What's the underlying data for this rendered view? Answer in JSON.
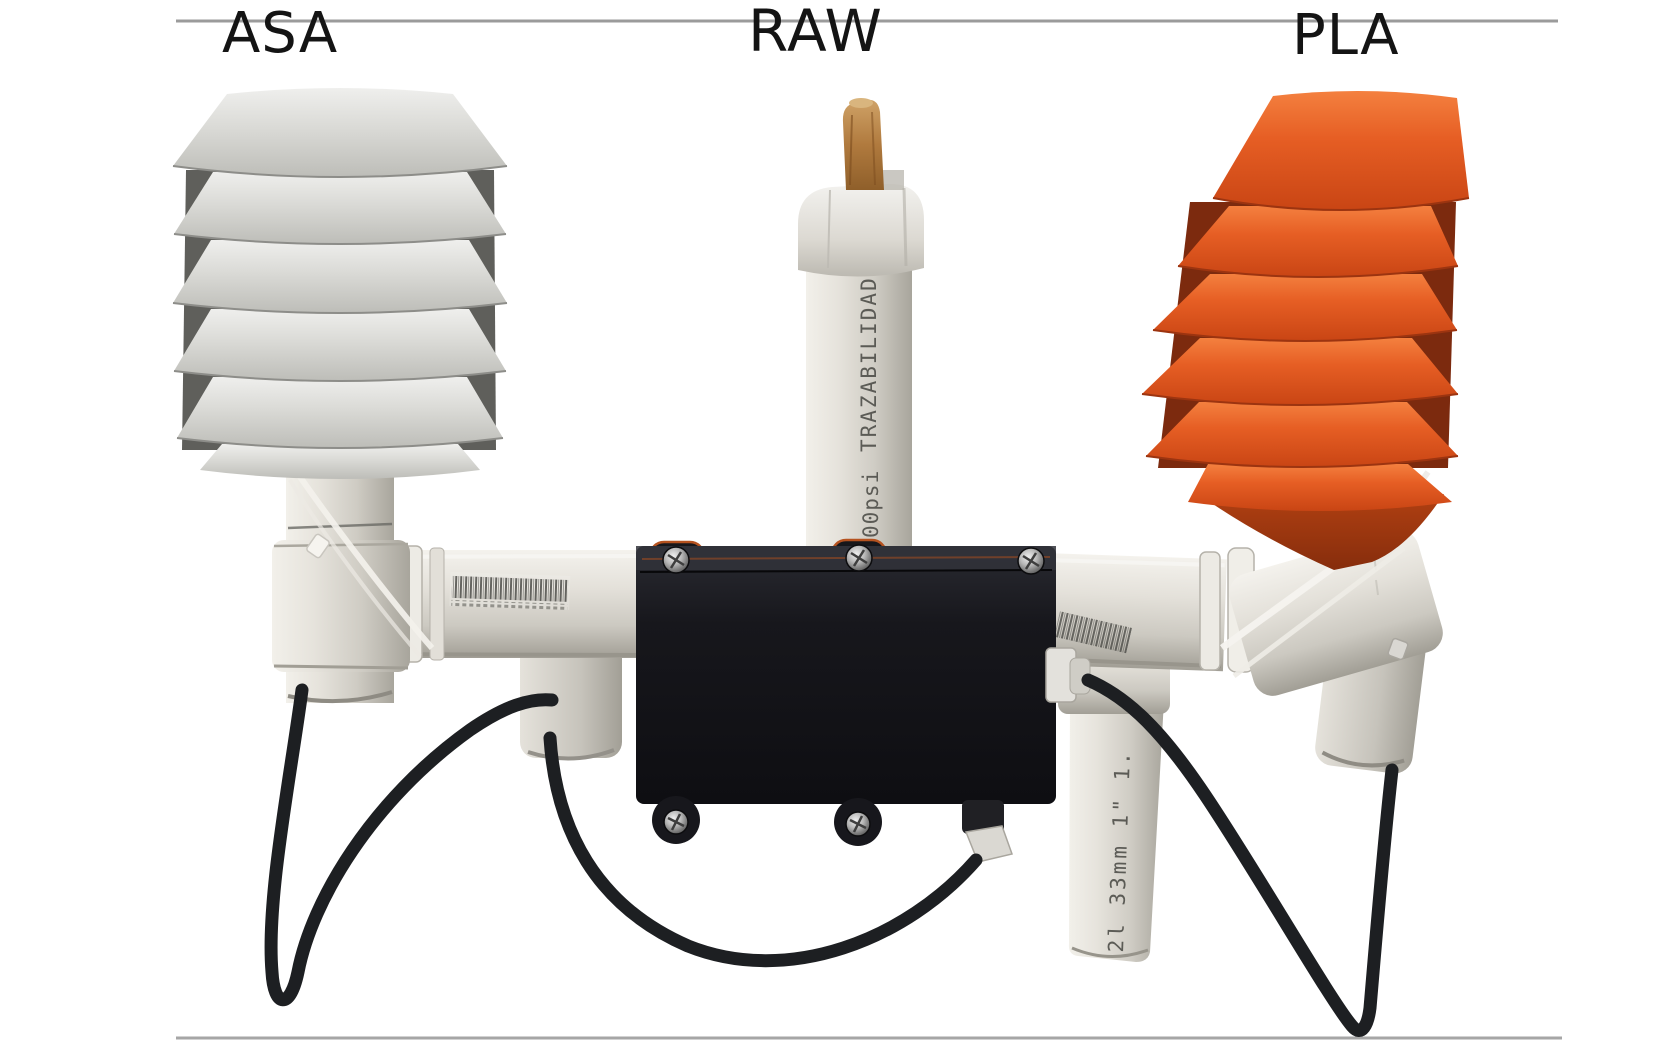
{
  "figure_labels": {
    "left": "ASA",
    "center": "RAW",
    "right": "PLA"
  },
  "pipe_markings": {
    "raw_tube_vertical_text": "TRAZABILIDAD",
    "raw_tube_pressure_text": "00psi",
    "mast_tube_text": "2l 33mm  1\"  1."
  },
  "colors": {
    "background": "#ffffff",
    "frame_rule": "#9b9b9b",
    "label_text": "#141414",
    "asa_shield_gray": "#d6d6d3",
    "pla_shield_orange": "#df5722",
    "pla_shield_shadow": "#862d0c",
    "pvc_white": "#e7e4dd",
    "enclosure_black": "#141418",
    "gasket_orange": "#b5521f",
    "cable_black": "#1d1f22",
    "sensor_tan": "#b5793f",
    "pipe_marking_text": "#4b4b46"
  }
}
